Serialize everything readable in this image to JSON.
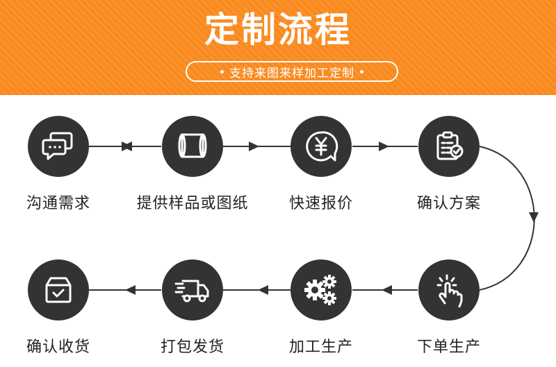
{
  "header": {
    "title": "定制流程",
    "subtitle": "支持来图来样加工定制",
    "accent_color": "#f98a1e"
  },
  "steps": [
    {
      "label": "沟通需求",
      "icon": "chat-icon"
    },
    {
      "label": "提供样品或图纸",
      "icon": "drawing-scroll-icon"
    },
    {
      "label": "快速报价",
      "icon": "yuan-price-icon"
    },
    {
      "label": "确认方案",
      "icon": "clipboard-check-icon"
    },
    {
      "label": "下单生产",
      "icon": "tap-hand-icon"
    },
    {
      "label": "加工生产",
      "icon": "gears-icon"
    },
    {
      "label": "打包发货",
      "icon": "delivery-truck-icon"
    },
    {
      "label": "确认收货",
      "icon": "box-check-icon"
    }
  ]
}
